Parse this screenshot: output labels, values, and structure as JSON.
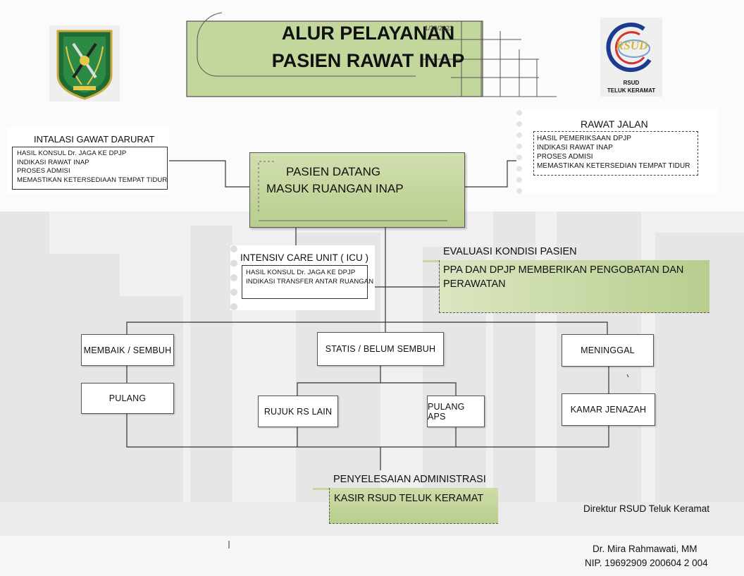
{
  "header": {
    "title_line1": "ALUR PELAYANAN",
    "title_line2": "PASIEN RAWAT INAP",
    "date": "1/30/2023"
  },
  "logo_right": {
    "mark_text": "RSUD",
    "caption_line1": "RSUD",
    "caption_line2": "TELUK KERAMAT"
  },
  "igd": {
    "title": "INTALASI GAWAT DARURAT",
    "items": [
      "HASIL KONSUL Dr. JAGA KE  DPJP",
      "INDIKASI RAWAT INAP",
      "PROSES ADMISI",
      "MEMASTIKAN KETERSEDIAAN TEMPAT TIDUR"
    ]
  },
  "rawat_jalan": {
    "title": "RAWAT JALAN",
    "items": [
      "HASIL PEMERIKSAAN DPJP",
      "INDIKASI RAWAT INAP",
      "PROSES ADMISI",
      "MEMASTIKAN KETERSEDIAN TEMPAT TIDUR"
    ]
  },
  "center": {
    "line1": "PASIEN DATANG",
    "line2": "MASUK RUANGAN INAP"
  },
  "icu": {
    "title": "INTENSIV CARE UNIT  ( ICU )",
    "items": [
      "HASIL KONSUL Dr. JAGA KE  DPJP",
      "INDIKASI TRANSFER ANTAR RUANGAN"
    ]
  },
  "evaluasi": {
    "title": "EVALUASI KONDISI PASIEN",
    "body_line1": "PPA DAN DPJP MEMBERIKAN PENGOBATAN DAN",
    "body_line2": "PERAWATAN"
  },
  "outcomes": {
    "membaik": "MEMBAIK / SEMBUH",
    "statis": "STATIS / BELUM SEMBUH",
    "meninggal": "MENINGGAL",
    "pulang": "PULANG",
    "rujuk": "RUJUK RS LAIN",
    "aps": "PULANG APS",
    "jenazah": "KAMAR JENAZAH"
  },
  "admin": {
    "title": "PENYELESAIAN ADMINISTRASI",
    "body": "KASIR RSUD TELUK KERAMAT"
  },
  "signature": {
    "role": "Direktur RSUD Teluk Keramat",
    "name": "Dr. Mira Rahmawati, MM",
    "nip": "NIP. 19692909 200604 2 004"
  },
  "colors": {
    "green_fill": "#c3d69b",
    "green_border": "#76923c",
    "connector": "#333333"
  }
}
